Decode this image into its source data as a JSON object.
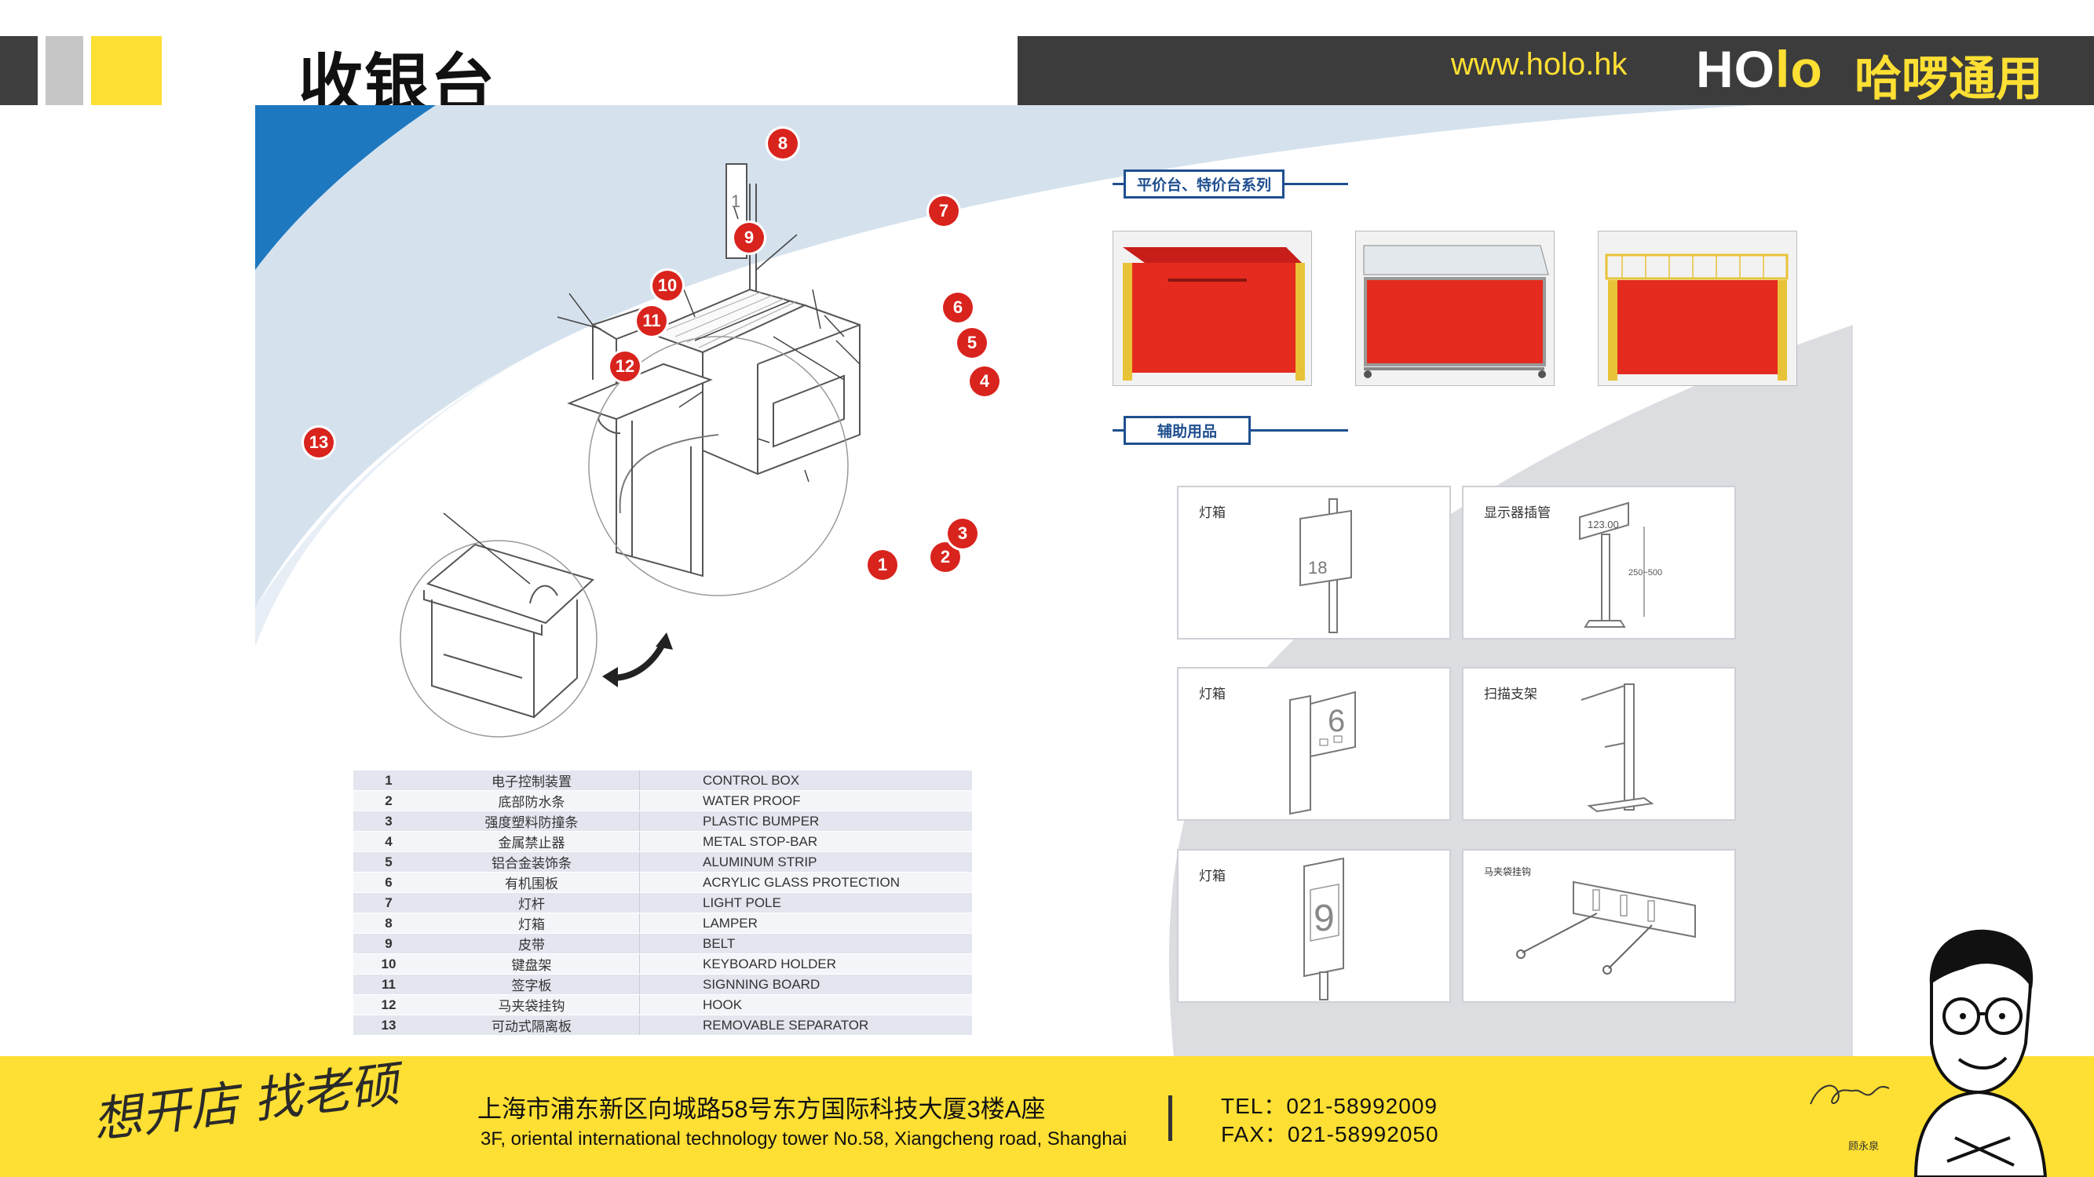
{
  "header": {
    "title": "收银台",
    "website": "www.holo.hk",
    "brand_logo_a": "HO",
    "brand_logo_b": "lo",
    "brand_cn": "哈啰通用"
  },
  "diagram": {
    "callouts": [
      "1",
      "2",
      "3",
      "4",
      "5",
      "6",
      "7",
      "8",
      "9",
      "10",
      "11",
      "12",
      "13"
    ],
    "lamp_box_number": "1"
  },
  "parts": [
    {
      "no": "1",
      "cn": "电子控制装置",
      "en": "CONTROL  BOX"
    },
    {
      "no": "2",
      "cn": "底部防水条",
      "en": "WATER PROOF"
    },
    {
      "no": "3",
      "cn": "强度塑料防撞条",
      "en": "PLASTIC BUMPER"
    },
    {
      "no": "4",
      "cn": "金属禁止器",
      "en": "METAL STOP-BAR"
    },
    {
      "no": "5",
      "cn": "铝合金装饰条",
      "en": "ALUMINUM STRIP"
    },
    {
      "no": "6",
      "cn": "有机围板",
      "en": "ACRYLIC GLASS PROTECTION"
    },
    {
      "no": "7",
      "cn": "灯杆",
      "en": "LIGHT POLE"
    },
    {
      "no": "8",
      "cn": "灯箱",
      "en": "LAMPER"
    },
    {
      "no": "9",
      "cn": "皮带",
      "en": "BELT"
    },
    {
      "no": "10",
      "cn": "键盘架",
      "en": "KEYBOARD HOLDER"
    },
    {
      "no": "11",
      "cn": "签字板",
      "en": "SIGNNING BOARD"
    },
    {
      "no": "12",
      "cn": "马夹袋挂钩",
      "en": "HOOK"
    },
    {
      "no": "13",
      "cn": "可动式隔离板",
      "en": "REMOVABLE SEPARATOR"
    }
  ],
  "right": {
    "section1_title": "平价台、特价台系列",
    "section2_title": "辅助用品",
    "accessories": [
      {
        "label": "灯箱",
        "number": "18"
      },
      {
        "label": "显示器插管",
        "display_value": "123.00",
        "dimension": "250~500"
      },
      {
        "label": "灯箱",
        "number": "6"
      },
      {
        "label": "扫描支架"
      },
      {
        "label": "灯箱",
        "number": "9"
      },
      {
        "label": "马夹袋挂钩"
      }
    ]
  },
  "footer": {
    "slogan": "想开店 找老硕",
    "address_cn": "上海市浦东新区向城路58号东方国际科技大厦3楼A座",
    "address_en": "3F, oriental international technology tower No.58, Xiangcheng road, Shanghai",
    "tel": "TEL：021-58992009",
    "fax": "FAX：021-58992050",
    "signature_name": "顾永泉"
  },
  "colors": {
    "brand_yellow": "#fedf33",
    "header_dark": "#3c3c3c",
    "panel_blue": "#1e78c0",
    "callout_red": "#d9231d",
    "table_red": "#e52b1f"
  },
  "icons": [
    "rotate-arrow-icon",
    "caricature-mascot-icon",
    "signature-icon"
  ]
}
